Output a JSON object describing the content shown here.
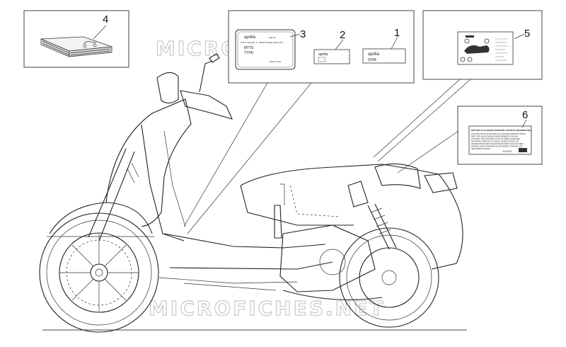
{
  "watermark": "MICROFICHES.NET",
  "callouts": [
    "1",
    "2",
    "3",
    "4",
    "5",
    "6"
  ],
  "decal_1": {
    "brand": "aprilia",
    "line2": "DOM"
  },
  "decal_2": {
    "brand": "aprilia"
  },
  "decal_3": {
    "brand": "aprilia",
    "company": "s.p.a.",
    "address": "VIA G.GALILEI, 1 - 30033 NOALE (VE) ITALY",
    "field_1": "MTTE",
    "field_2": "TYPE:",
    "origin": "made in Italy"
  },
  "decal_6": {
    "heading": "MOTORCYCLE NOISE EMISSION CONTROL INFORMATION",
    "body_lines": [
      "THIS 2004 XXXXXXXX MOTORCYCLE, MANUFACTURED BY APRILIA",
      "MEETS EPA NOISE EMISSION REQUIREMENTS OF 80 dBA",
      "AT 50 KM/H. THE FOLLOWING ACTS OR THEIR CAUSES ARE",
      "PROHIBITED: REMOVAL OF NOISE CONTROL DEVICES OR",
      "MODIFICATIONS WHICH CAUSE THE MOTORCYCLE TO EXCEED",
      "FEDERAL NOISE STANDARDS AS PROVIDED BY FEDERAL LAW.",
      "SEE OWNER'S MANUAL."
    ],
    "code": "XXXXX"
  }
}
